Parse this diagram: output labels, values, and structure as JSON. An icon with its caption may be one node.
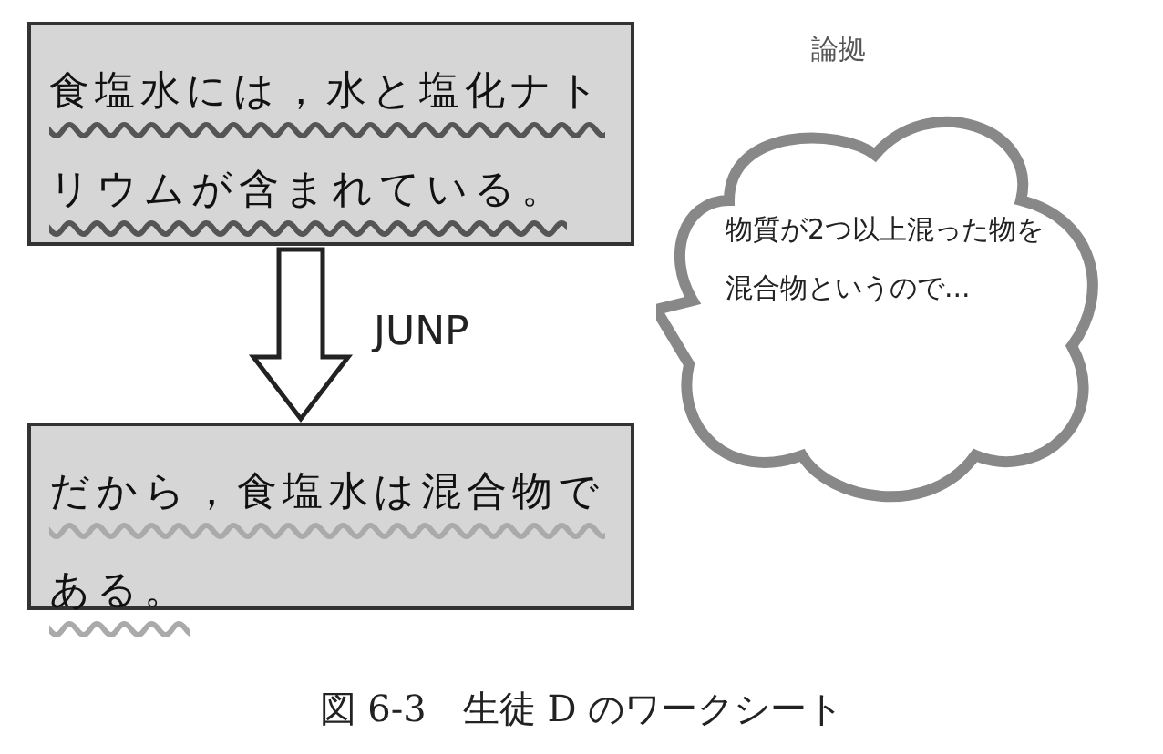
{
  "diagram": {
    "caption": "図 6-3　生徒 D のワークシート",
    "nodes": [
      {
        "text": [
          "食塩水には，水と塩化ナトリウムが含まれている。"
        ]
      },
      {
        "text": [
          "だから，食塩水は混合物である。"
        ]
      },
      {
        "text": [
          "論拠",
          "物質が2つ以上混った物を混合物というので..."
        ]
      }
    ],
    "edges": [
      {
        "from": 0,
        "to": 1,
        "arrow": "to",
        "label": "JUNP"
      }
    ]
  }
}
